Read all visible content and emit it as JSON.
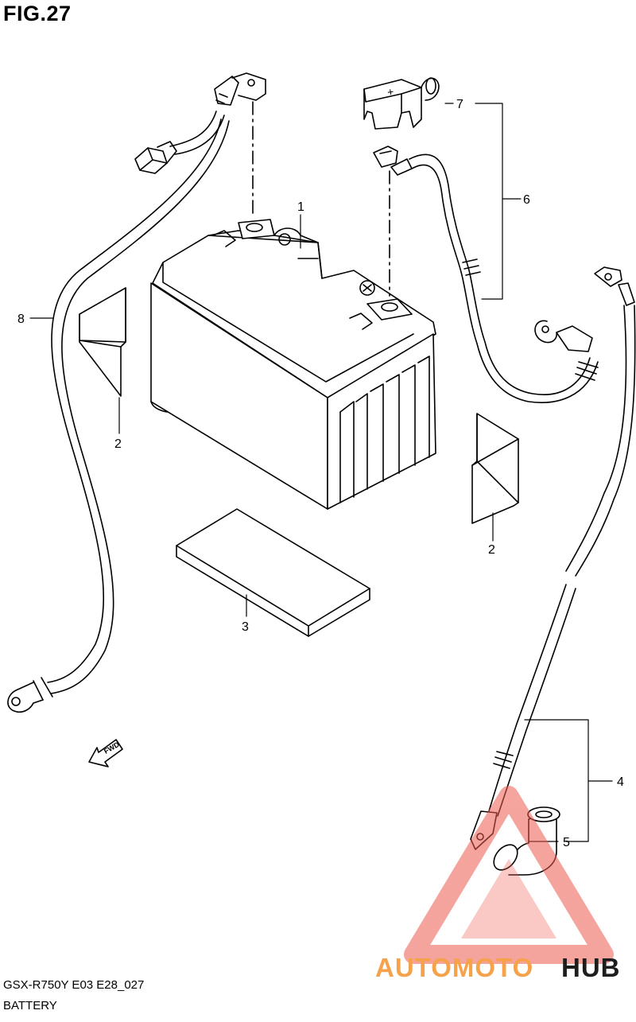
{
  "figure": {
    "title": "FIG.27",
    "model_code": "GSX-R750Y E03 E28_027",
    "name": "BATTERY"
  },
  "callouts": [
    {
      "id": "1",
      "label": "1"
    },
    {
      "id": "2a",
      "label": "2"
    },
    {
      "id": "2b",
      "label": "2"
    },
    {
      "id": "3",
      "label": "3"
    },
    {
      "id": "4",
      "label": "4"
    },
    {
      "id": "5",
      "label": "5"
    },
    {
      "id": "6",
      "label": "6"
    },
    {
      "id": "7",
      "label": "7"
    },
    {
      "id": "8",
      "label": "8"
    }
  ],
  "fwd_marker": "FWD",
  "terminal_cover_symbol": "+",
  "watermark": {
    "part1": "AUTOMOTO",
    "part2": "HUB",
    "color1": "#f6a24a",
    "color2": "#1d1d1d",
    "logo_color": "#ee5a4e"
  }
}
